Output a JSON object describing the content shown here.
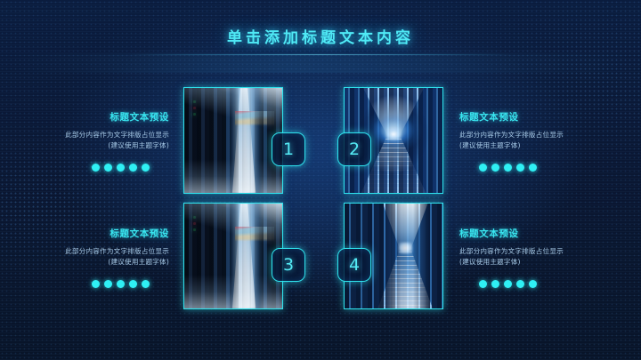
{
  "slide": {
    "title": "单击添加标题文本内容",
    "accent_color": "#2fe4ee",
    "background_color": "#0a1733",
    "heading_color": "#39e6f0",
    "body_color": "#a8cbe8"
  },
  "items": [
    {
      "number": "1",
      "heading": "标题文本预设",
      "line1": "此部分内容作为文字排版占位显示",
      "line2": "(建议使用主题字体)",
      "dots": 5,
      "image_alt": "data-center-server-aisle"
    },
    {
      "number": "2",
      "heading": "标题文本预设",
      "line1": "此部分内容作为文字排版占位显示",
      "line2": "(建议使用主题字体)",
      "dots": 5,
      "image_alt": "data-center-blue-corridor"
    },
    {
      "number": "3",
      "heading": "标题文本预设",
      "line1": "此部分内容作为文字排版占位显示",
      "line2": "(建议使用主题字体)",
      "dots": 5,
      "image_alt": "data-center-server-aisle"
    },
    {
      "number": "4",
      "heading": "标题文本预设",
      "line1": "此部分内容作为文字排版占位显示",
      "line2": "(建议使用主题字体)",
      "dots": 5,
      "image_alt": "data-center-blue-corridor-wide"
    }
  ]
}
